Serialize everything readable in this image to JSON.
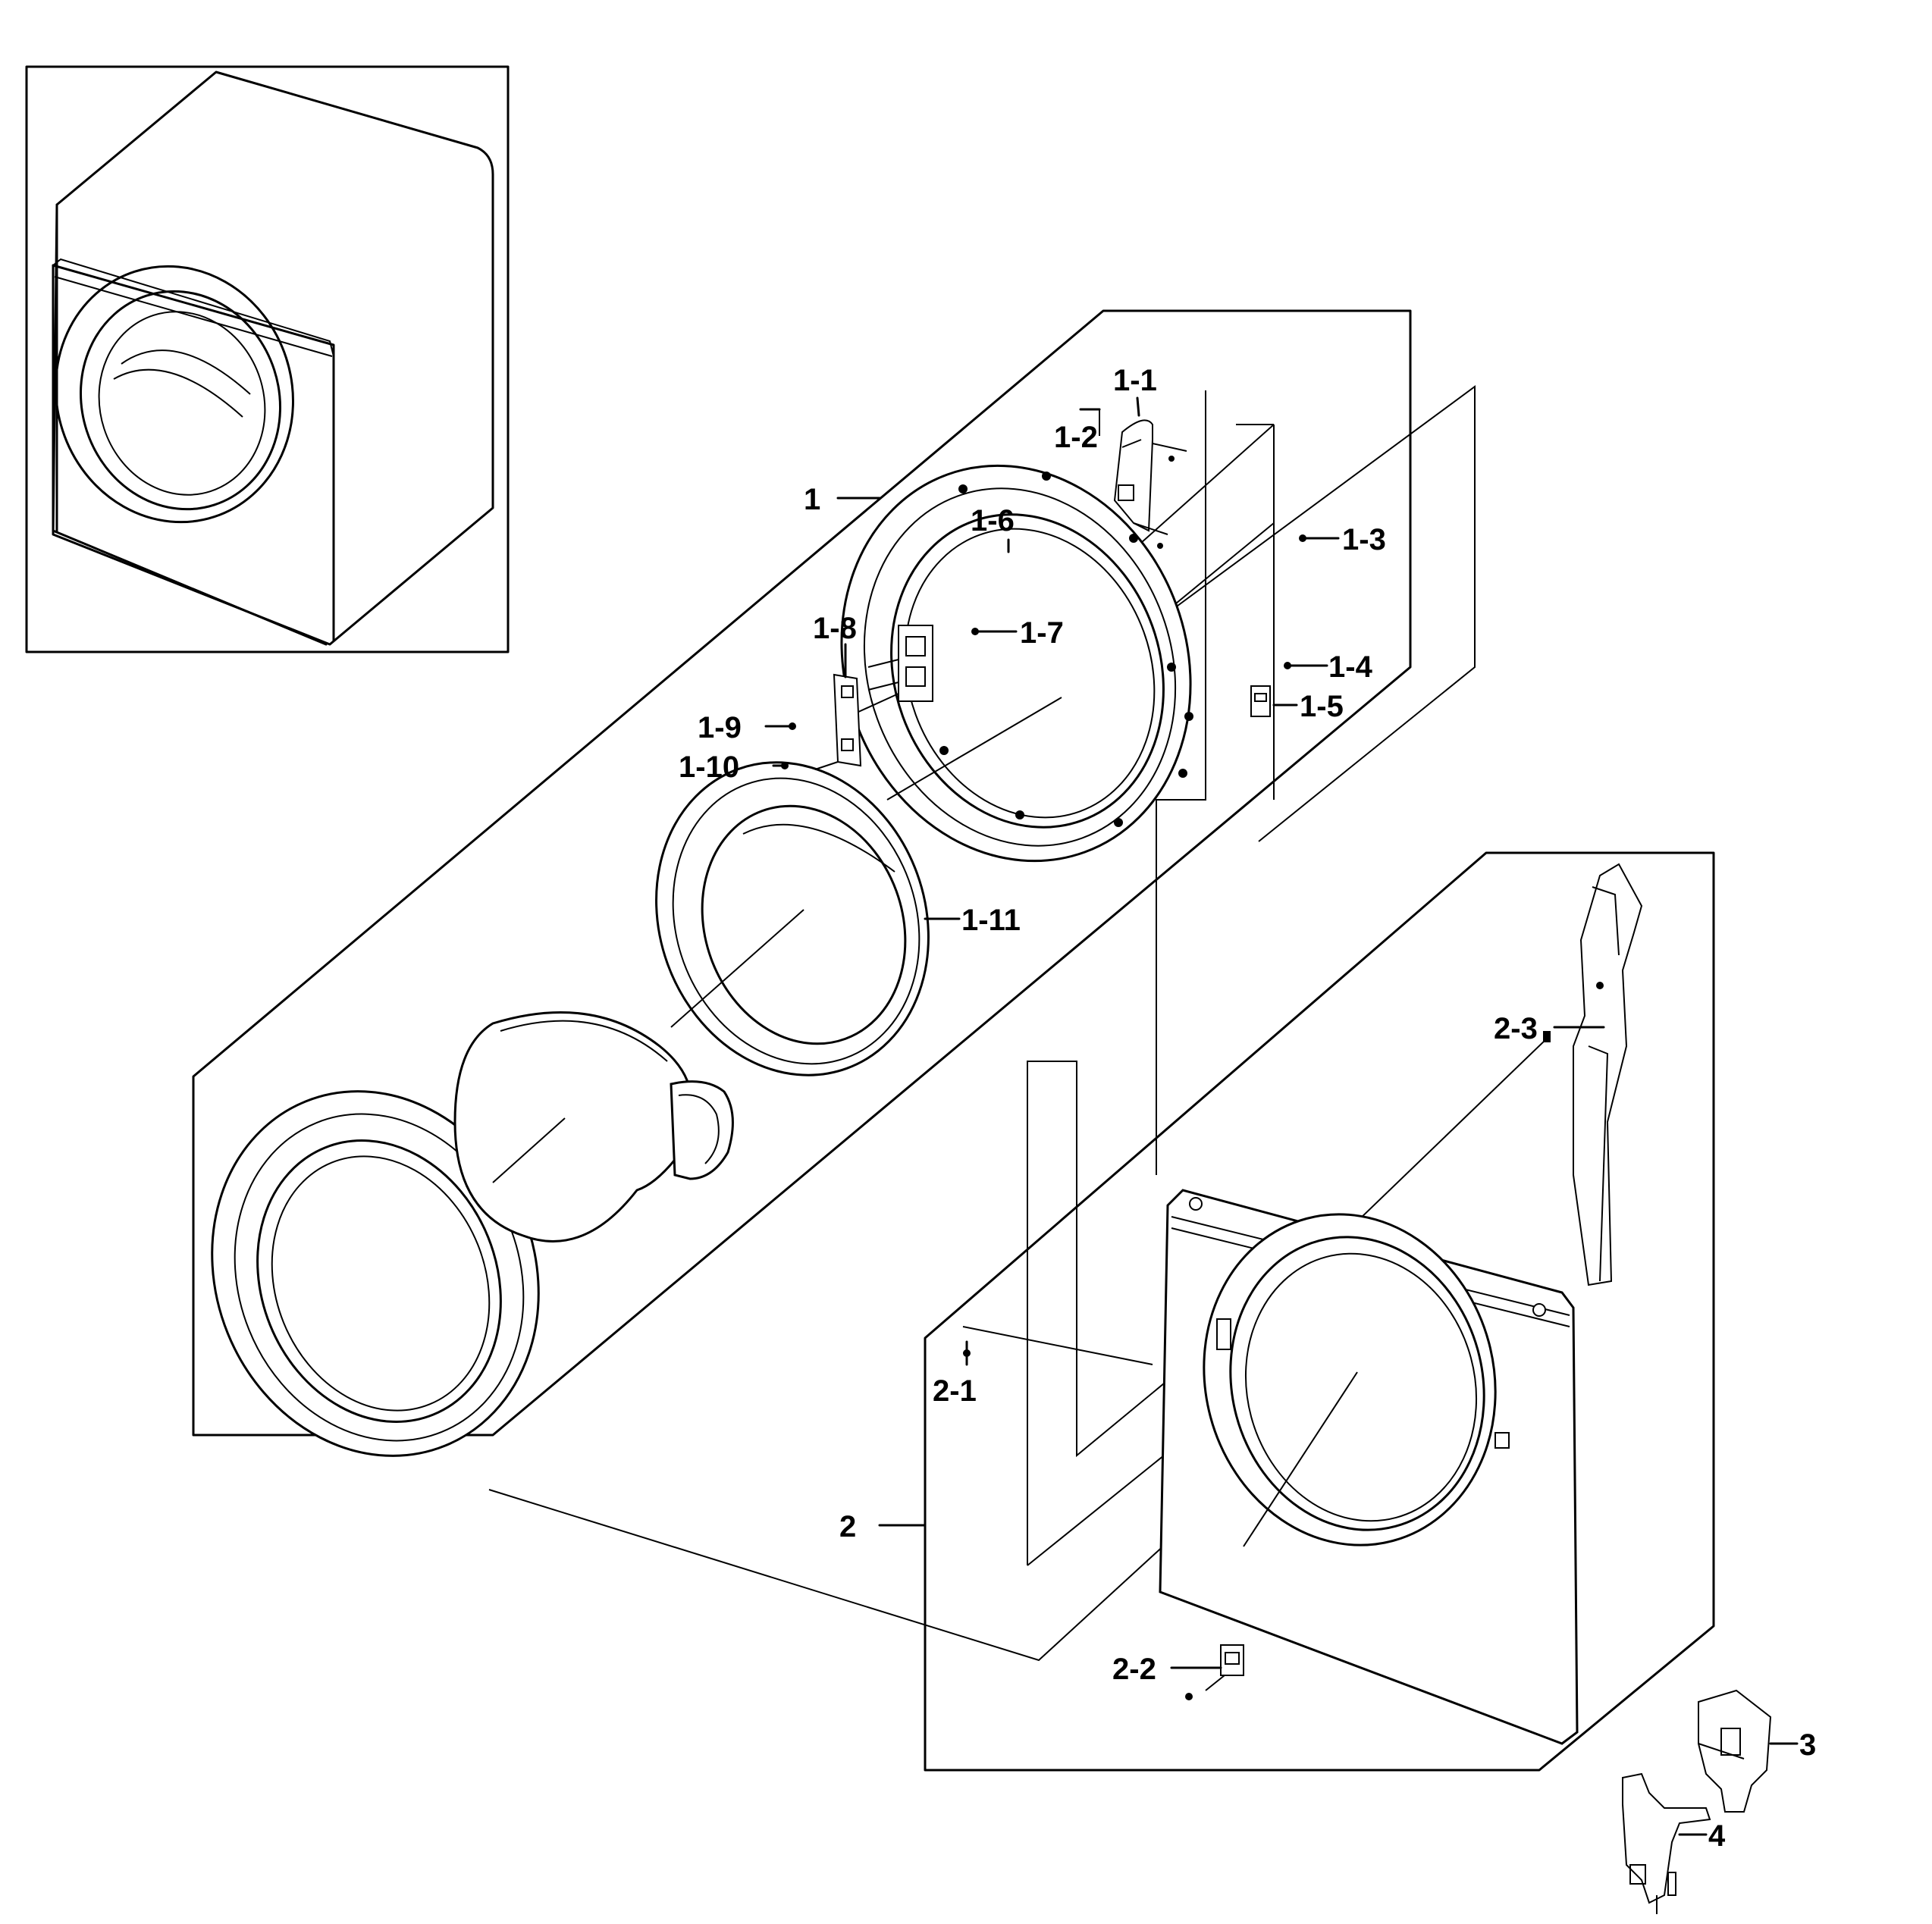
{
  "callouts": [
    {
      "id": "1",
      "label": "1"
    },
    {
      "id": "1-1",
      "label": "1-1"
    },
    {
      "id": "1-2",
      "label": "1-2"
    },
    {
      "id": "1-3",
      "label": "1-3"
    },
    {
      "id": "1-4",
      "label": "1-4"
    },
    {
      "id": "1-5",
      "label": "1-5"
    },
    {
      "id": "1-6",
      "label": "1-6"
    },
    {
      "id": "1-7",
      "label": "1-7"
    },
    {
      "id": "1-8",
      "label": "1-8"
    },
    {
      "id": "1-9",
      "label": "1-9"
    },
    {
      "id": "1-10",
      "label": "1-10"
    },
    {
      "id": "1-11",
      "label": "1-11"
    },
    {
      "id": "2",
      "label": "2"
    },
    {
      "id": "2-1",
      "label": "2-1"
    },
    {
      "id": "2-2",
      "label": "2-2"
    },
    {
      "id": "2-3",
      "label": "2-3"
    },
    {
      "id": "3",
      "label": "3"
    },
    {
      "id": "4",
      "label": "4"
    }
  ]
}
